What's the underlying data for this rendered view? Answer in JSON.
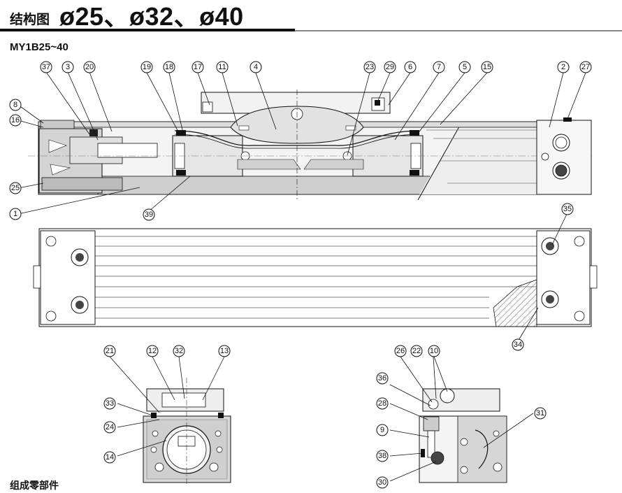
{
  "header": {
    "title_prefix": "结构图",
    "title_sizes": "ø25、ø32、ø40"
  },
  "model": "MY1B25~40",
  "footer_label": "组成零部件",
  "callouts": {
    "c37": "37",
    "c3": "3",
    "c20": "20",
    "c8": "8",
    "c16": "16",
    "c25": "25",
    "c1": "1",
    "c19": "19",
    "c18": "18",
    "c17": "17",
    "c11": "11",
    "c4": "4",
    "c39": "39",
    "c23": "23",
    "c29": "29",
    "c6": "6",
    "c7": "7",
    "c5": "5",
    "c15": "15",
    "c2": "2",
    "c27": "27",
    "c35": "35",
    "c34": "34",
    "c21": "21",
    "c12": "12",
    "c32": "32",
    "c13": "13",
    "c33": "33",
    "c24": "24",
    "c14": "14",
    "c26": "26",
    "c22": "22",
    "c10": "10",
    "c36": "36",
    "c28": "28",
    "c9": "9",
    "c38": "38",
    "c30": "30",
    "c31": "31"
  }
}
